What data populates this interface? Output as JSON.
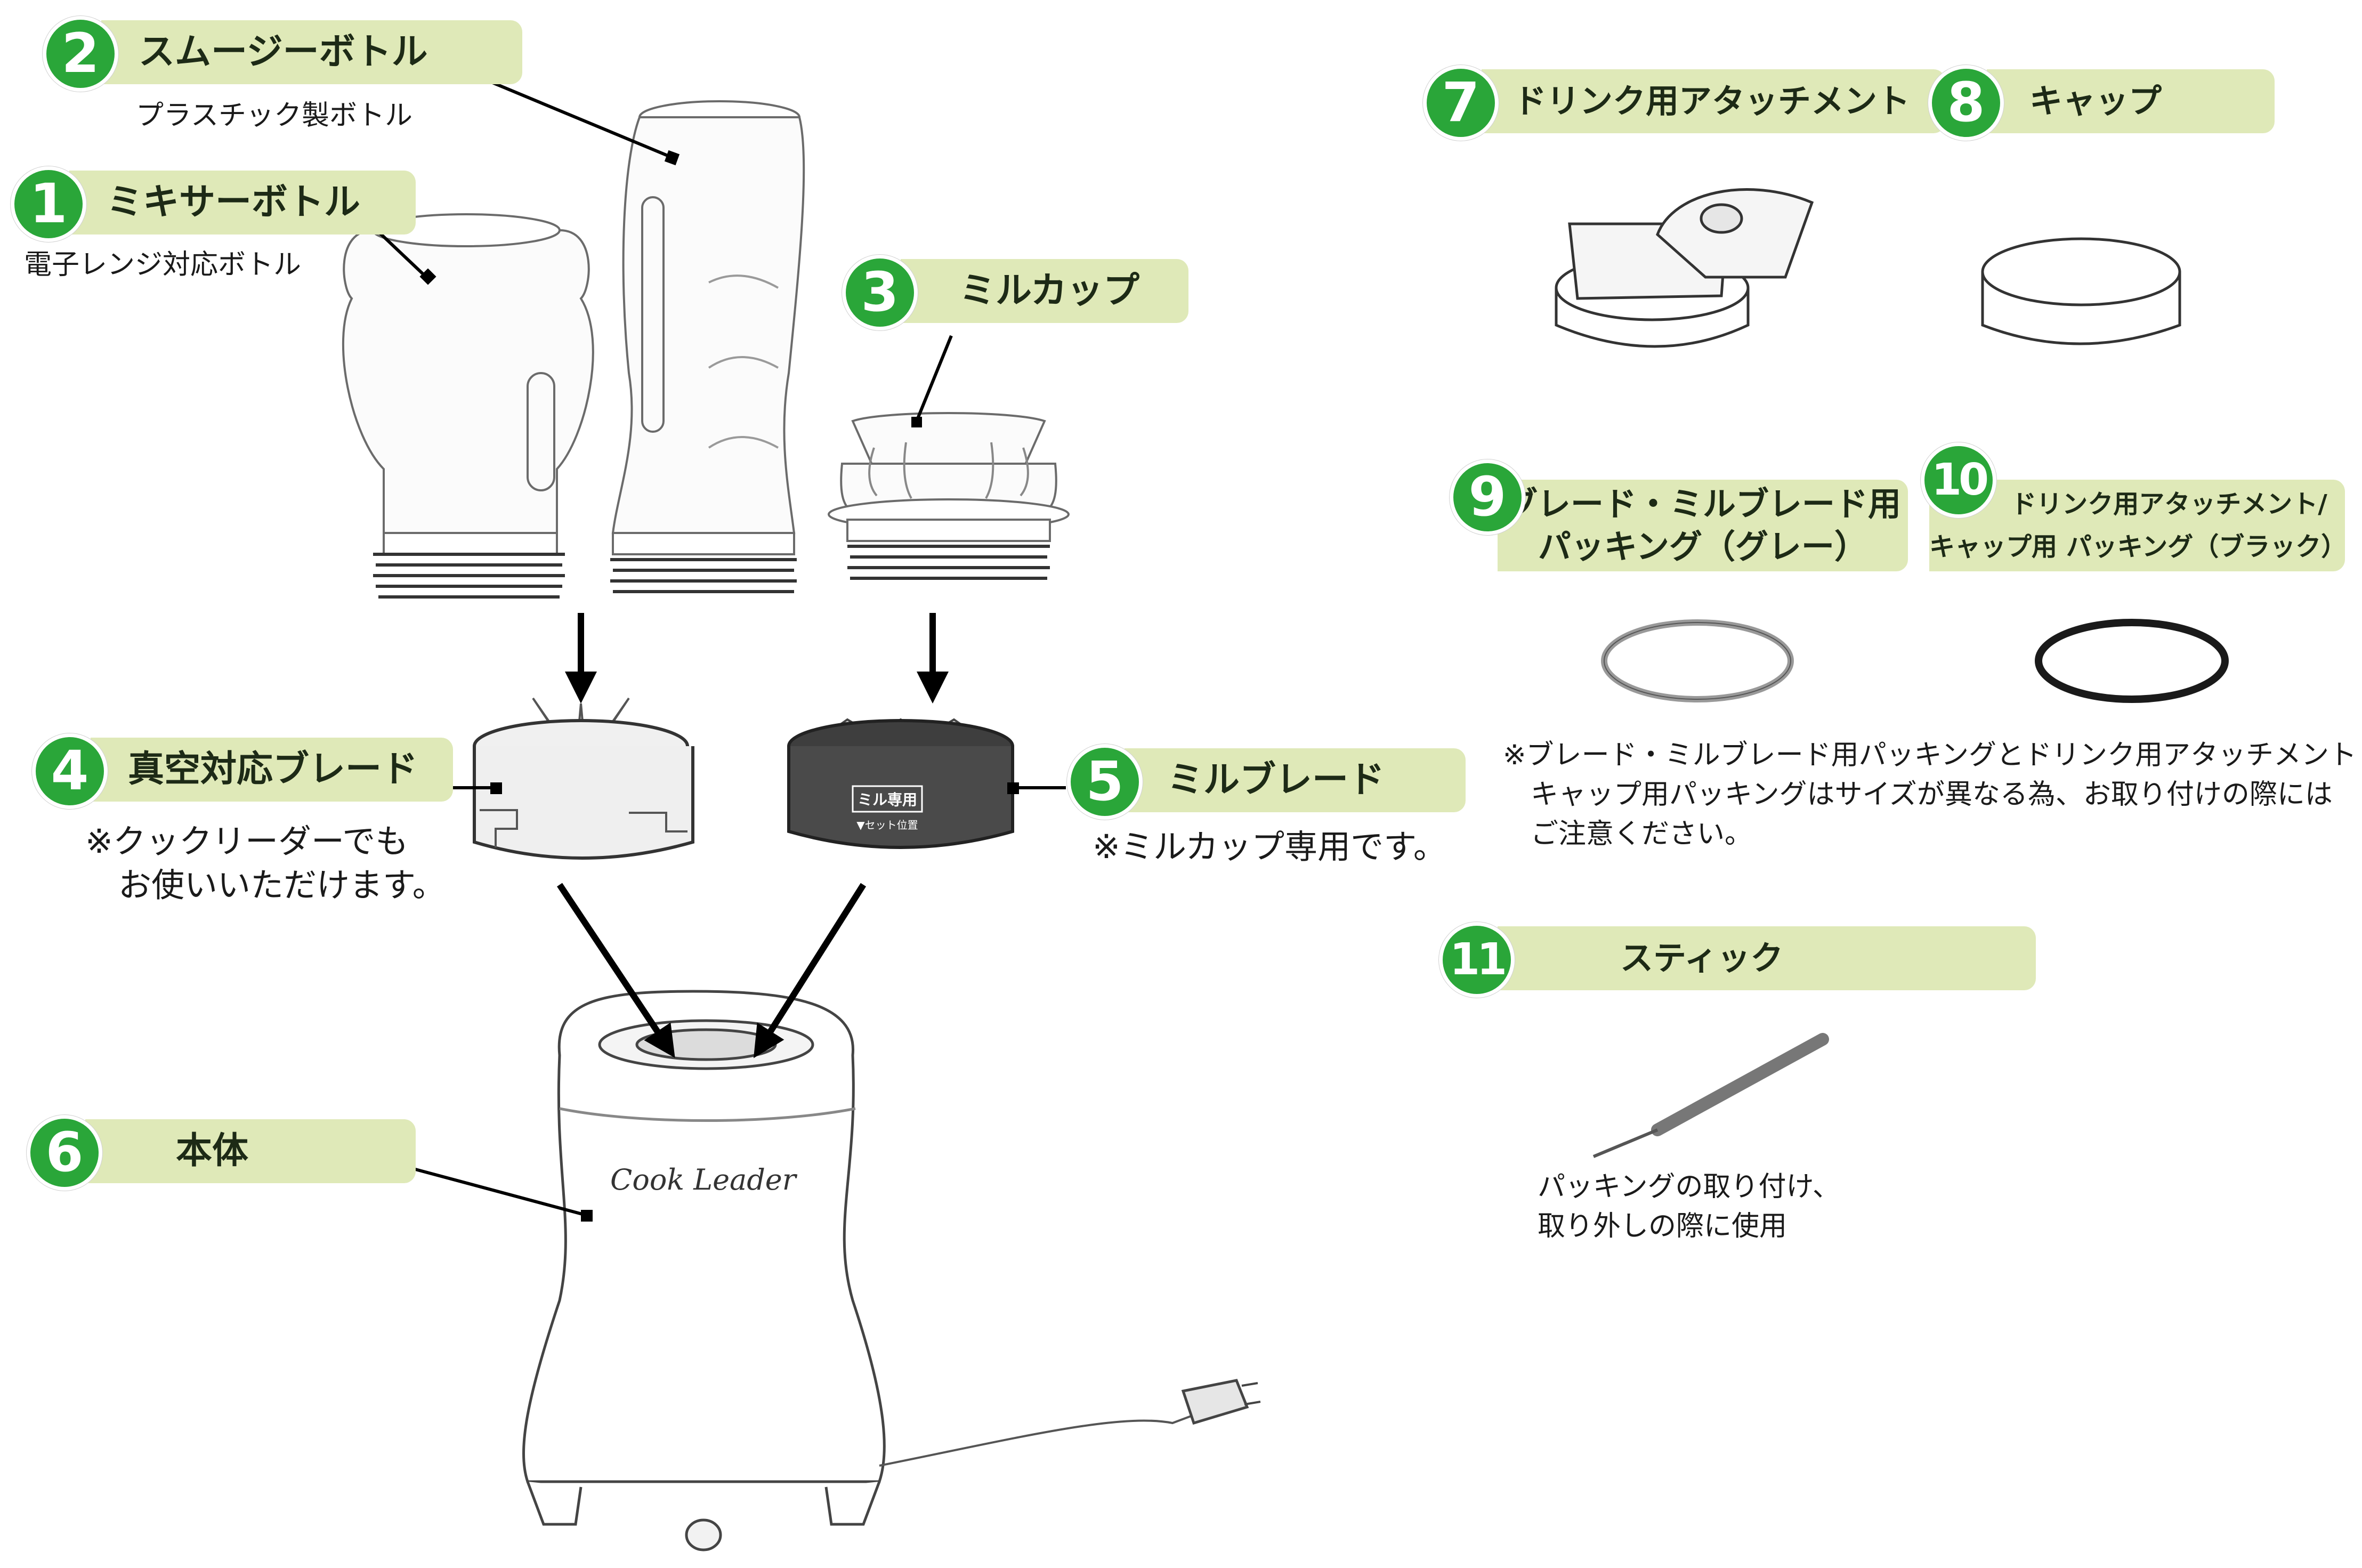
{
  "parts": [
    {
      "num": "1",
      "name": "ミキサーボトル",
      "note": "電子レンジ対応ボトル"
    },
    {
      "num": "2",
      "name": "スムージーボトル",
      "note": "プラスチック製ボトル"
    },
    {
      "num": "3",
      "name": "ミルカップ"
    },
    {
      "num": "4",
      "name": "真空対応ブレード",
      "note_lines": [
        "※クックリーダーでも",
        "お使いいただけます。"
      ]
    },
    {
      "num": "5",
      "name": "ミルブレード",
      "note": "※ミルカップ専用です。"
    },
    {
      "num": "6",
      "name": "本体"
    },
    {
      "num": "7",
      "name": "ドリンク用アタッチメント"
    },
    {
      "num": "8",
      "name": "キャップ"
    },
    {
      "num": "9",
      "name_lines": [
        "ブレード・ミルブレード用",
        "パッキング（グレー）"
      ]
    },
    {
      "num": "10",
      "name_lines": [
        "ドリンク用アタッチメント/",
        "キャップ用 パッキング（ブラック）"
      ]
    },
    {
      "num": "11",
      "name": "スティック",
      "note_lines": [
        "パッキングの取り付け、",
        "取り外しの際に使用"
      ]
    }
  ],
  "gasket_note": [
    "※ブレード・ミルブレード用パッキングとドリンク用アタッチメント /",
    "キャップ用パッキングはサイズが異なる為、お取り付けの際には",
    "ご注意ください。"
  ],
  "mill_blade_text": {
    "main": "ミル専用",
    "sub": "▼セット位置"
  },
  "brand_logo": "Cook Leader",
  "colors": {
    "badge": "#2aa639",
    "label_bg": "#dfe9b8",
    "mill_blade_body": "#4a4a4a"
  }
}
